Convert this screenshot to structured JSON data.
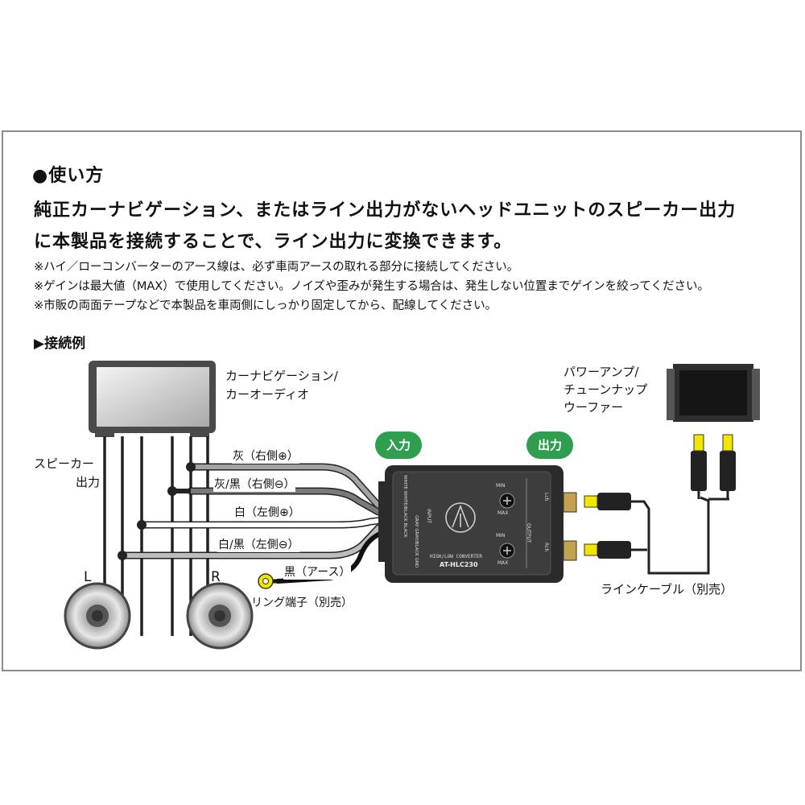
{
  "heading": "●使い方",
  "intro": [
    "純正カーナビゲーション、またはライン出力がないヘッドユニットのスピーカー出力",
    "に本製品を接続することで、ライン出力に変換できます。"
  ],
  "notes": [
    "※ハイ／ローコンバーターのアース線は、必ず車両アースの取れる部分に接続してください。",
    "※ゲインは最大値（MAX）で使用してください。ノイズや歪みが発生する場合は、発生しない位置までゲインを絞ってください。",
    "※市販の両面テープなどで本製品を車両側にしっかり固定してから、配線してください。"
  ],
  "connection_title": "▶接続例",
  "labels": {
    "navi_line1": "カーナビゲーション/",
    "navi_line2": "カーオーディオ",
    "speaker_out_1": "スピーカー",
    "speaker_out_2": "出力",
    "speaker_l": "L",
    "speaker_r": "R",
    "amp_line1": "パワーアンプ/",
    "amp_line2": "チューンナップ",
    "amp_line3": "ウーファー",
    "line_cable": "ラインケーブル（別売）",
    "ring_terminal": "リング端子（別売）",
    "input_badge": "入力",
    "output_badge": "出力"
  },
  "wires": {
    "gray_plus": "灰（右側⊕）",
    "gray_black_minus": "灰/黒（右側⊖）",
    "white_plus": "白（左側⊕）",
    "white_black_minus": "白/黒（左側⊖）",
    "black_ground": "黒（アース）"
  },
  "device": {
    "model": "AT-HLC230",
    "subtitle": "HIGH/LOW CONVERTER",
    "input_label": "INPUT",
    "output_label": "OUTPUT",
    "min": "MIN",
    "max": "MAX",
    "lch": "Lch",
    "rch": "Rch",
    "left_colors": "WHITE  WHITE/BLACK  BLACK",
    "right_colors": "GRAY  GRAY/BLACK  GND"
  },
  "colors": {
    "badge_green": "#2f9e4f",
    "rca_yellow": "#f2e600",
    "device_body": "#3a3a3a"
  }
}
